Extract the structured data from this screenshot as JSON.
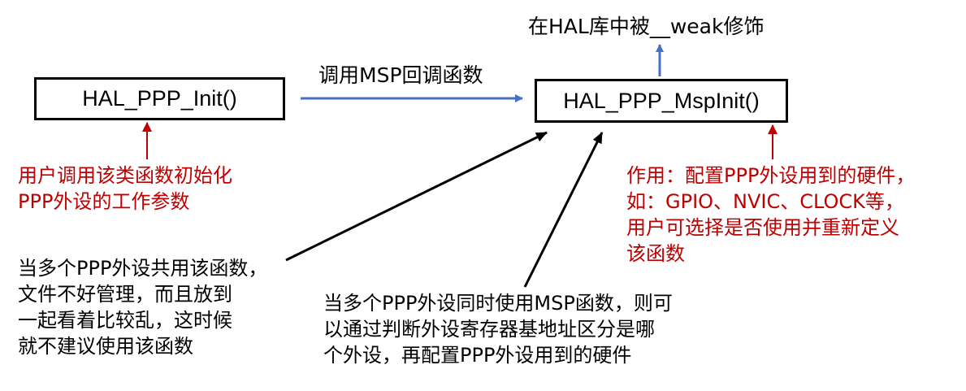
{
  "boxes": {
    "init": "HAL_PPP_Init()",
    "msp_init": "HAL_PPP_MspInit()"
  },
  "labels": {
    "weak": "在HAL库中被__weak修饰",
    "call_msp": "调用MSP回调函数"
  },
  "notes": {
    "init_purpose": [
      "用户调用该类函数初始化",
      "PPP外设的工作参数"
    ],
    "msp_purpose": [
      "作用：配置PPP外设用到的硬件，",
      "如：GPIO、NVIC、CLOCK等，",
      "用户可选择是否使用并重新定义",
      "该函数"
    ],
    "shared_drawback": [
      "当多个PPP外设共用该函数，",
      "文件不好管理，而且放到",
      "一起看着比较乱，这时候",
      "就不建议使用该函数"
    ],
    "msp_shared": [
      "当多个PPP外设同时使用MSP函数，则可",
      "以通过判断外设寄存器基地址区分是哪",
      "个外设，再配置PPP外设用到的硬件"
    ]
  },
  "colors": {
    "blue_arrow": "#4472c4",
    "red_arrow": "#c00000",
    "black_arrow": "#000000",
    "red_text": "#c00000"
  }
}
